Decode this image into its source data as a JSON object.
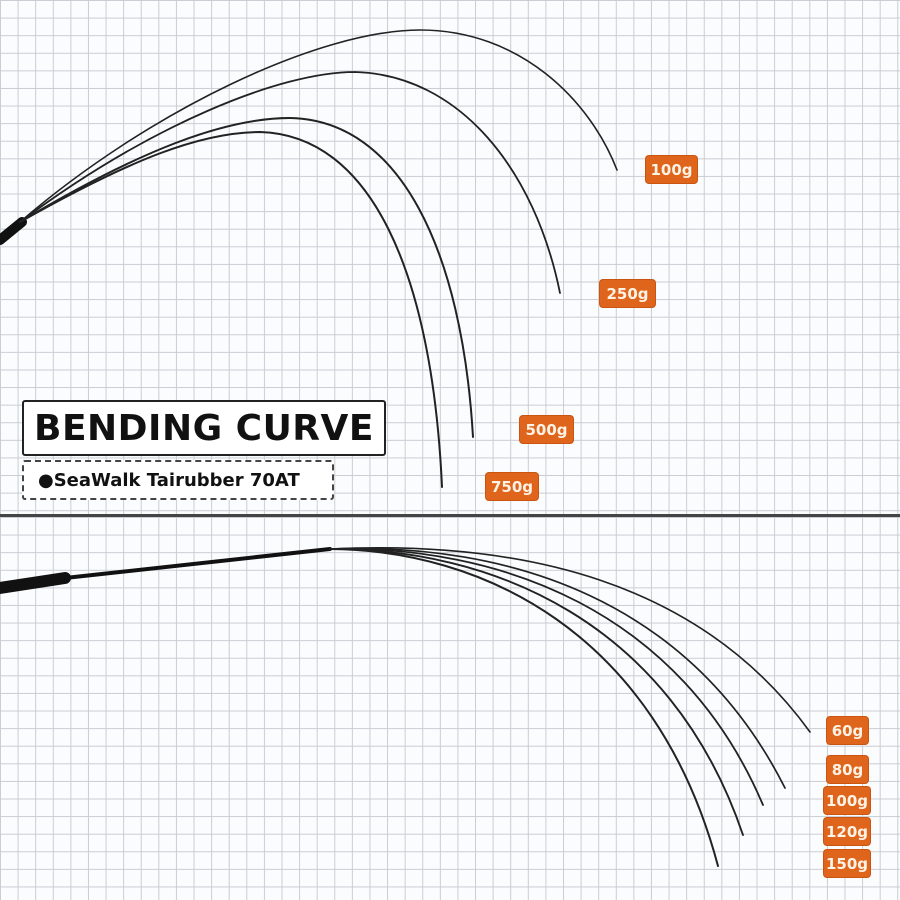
{
  "title": "BENDING CURVE",
  "subtitle": "●SeaWalk Tairubber 70AT",
  "accent_color": "#e0651c",
  "top_chart": {
    "loads": [
      "100g",
      "250g",
      "500g",
      "750g"
    ]
  },
  "bottom_chart": {
    "loads": [
      "60g",
      "80g",
      "100g",
      "120g",
      "150g"
    ]
  }
}
